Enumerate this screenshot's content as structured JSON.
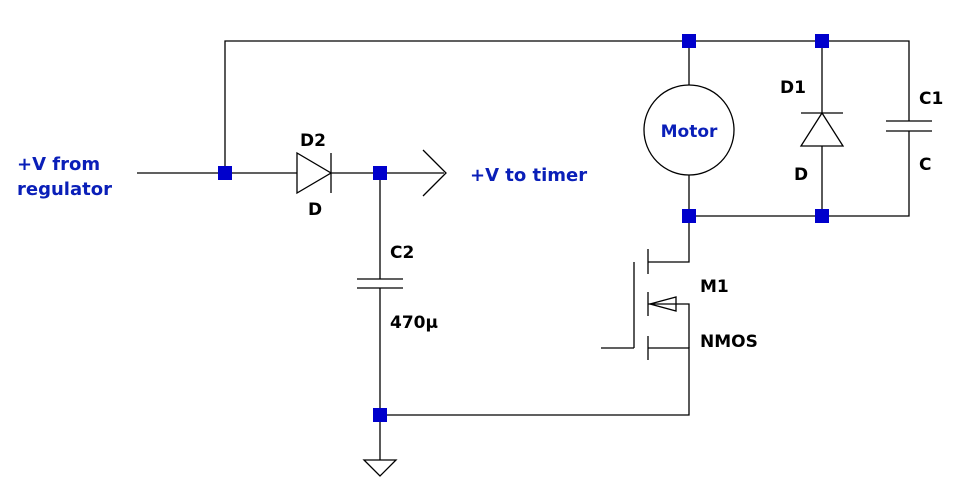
{
  "nets": {
    "input_line1": "+V from",
    "input_line2": "regulator",
    "output": "+V to timer"
  },
  "components": {
    "d2": {
      "ref": "D2",
      "value": "D"
    },
    "c2": {
      "ref": "C2",
      "value": "470µ"
    },
    "motor": {
      "label": "Motor"
    },
    "d1": {
      "ref": "D1",
      "value": "D"
    },
    "c1": {
      "ref": "C1",
      "value": "C"
    },
    "m1": {
      "ref": "M1",
      "value": "NMOS"
    }
  },
  "colors": {
    "node": "#0000cc",
    "net_label": "#0a1fb8",
    "wire": "#000000"
  }
}
